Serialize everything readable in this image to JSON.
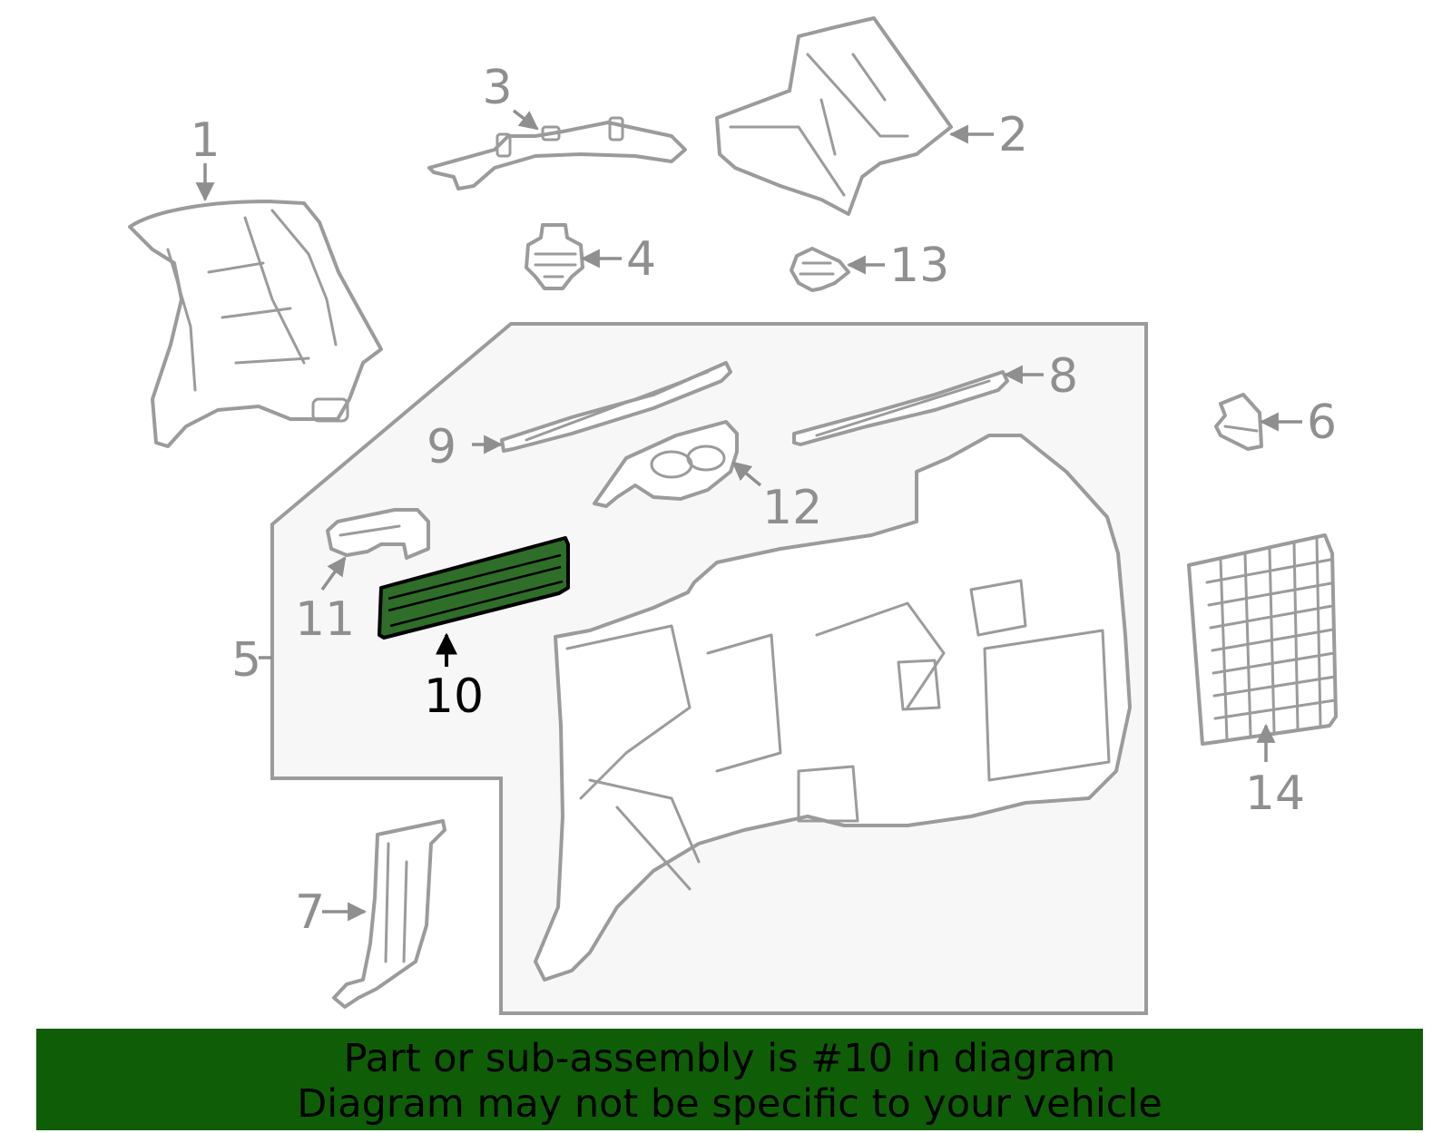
{
  "colors": {
    "highlight_fill": "#2f6e28",
    "banner_background": "#0f5e07",
    "part_outline": "#9b9b9b",
    "subassembly_box_fill": "#f7f7f7"
  },
  "highlighted_part": "10",
  "callouts": {
    "c1": "1",
    "c2": "2",
    "c3": "3",
    "c4": "4",
    "c5": "5",
    "c6": "6",
    "c7": "7",
    "c8": "8",
    "c9": "9",
    "c10": "10",
    "c11": "11",
    "c12": "12",
    "c13": "13",
    "c14": "14"
  },
  "banner": {
    "line1": "Part or sub-assembly is #10 in diagram",
    "line2": "Diagram may not be specific to your vehicle"
  }
}
